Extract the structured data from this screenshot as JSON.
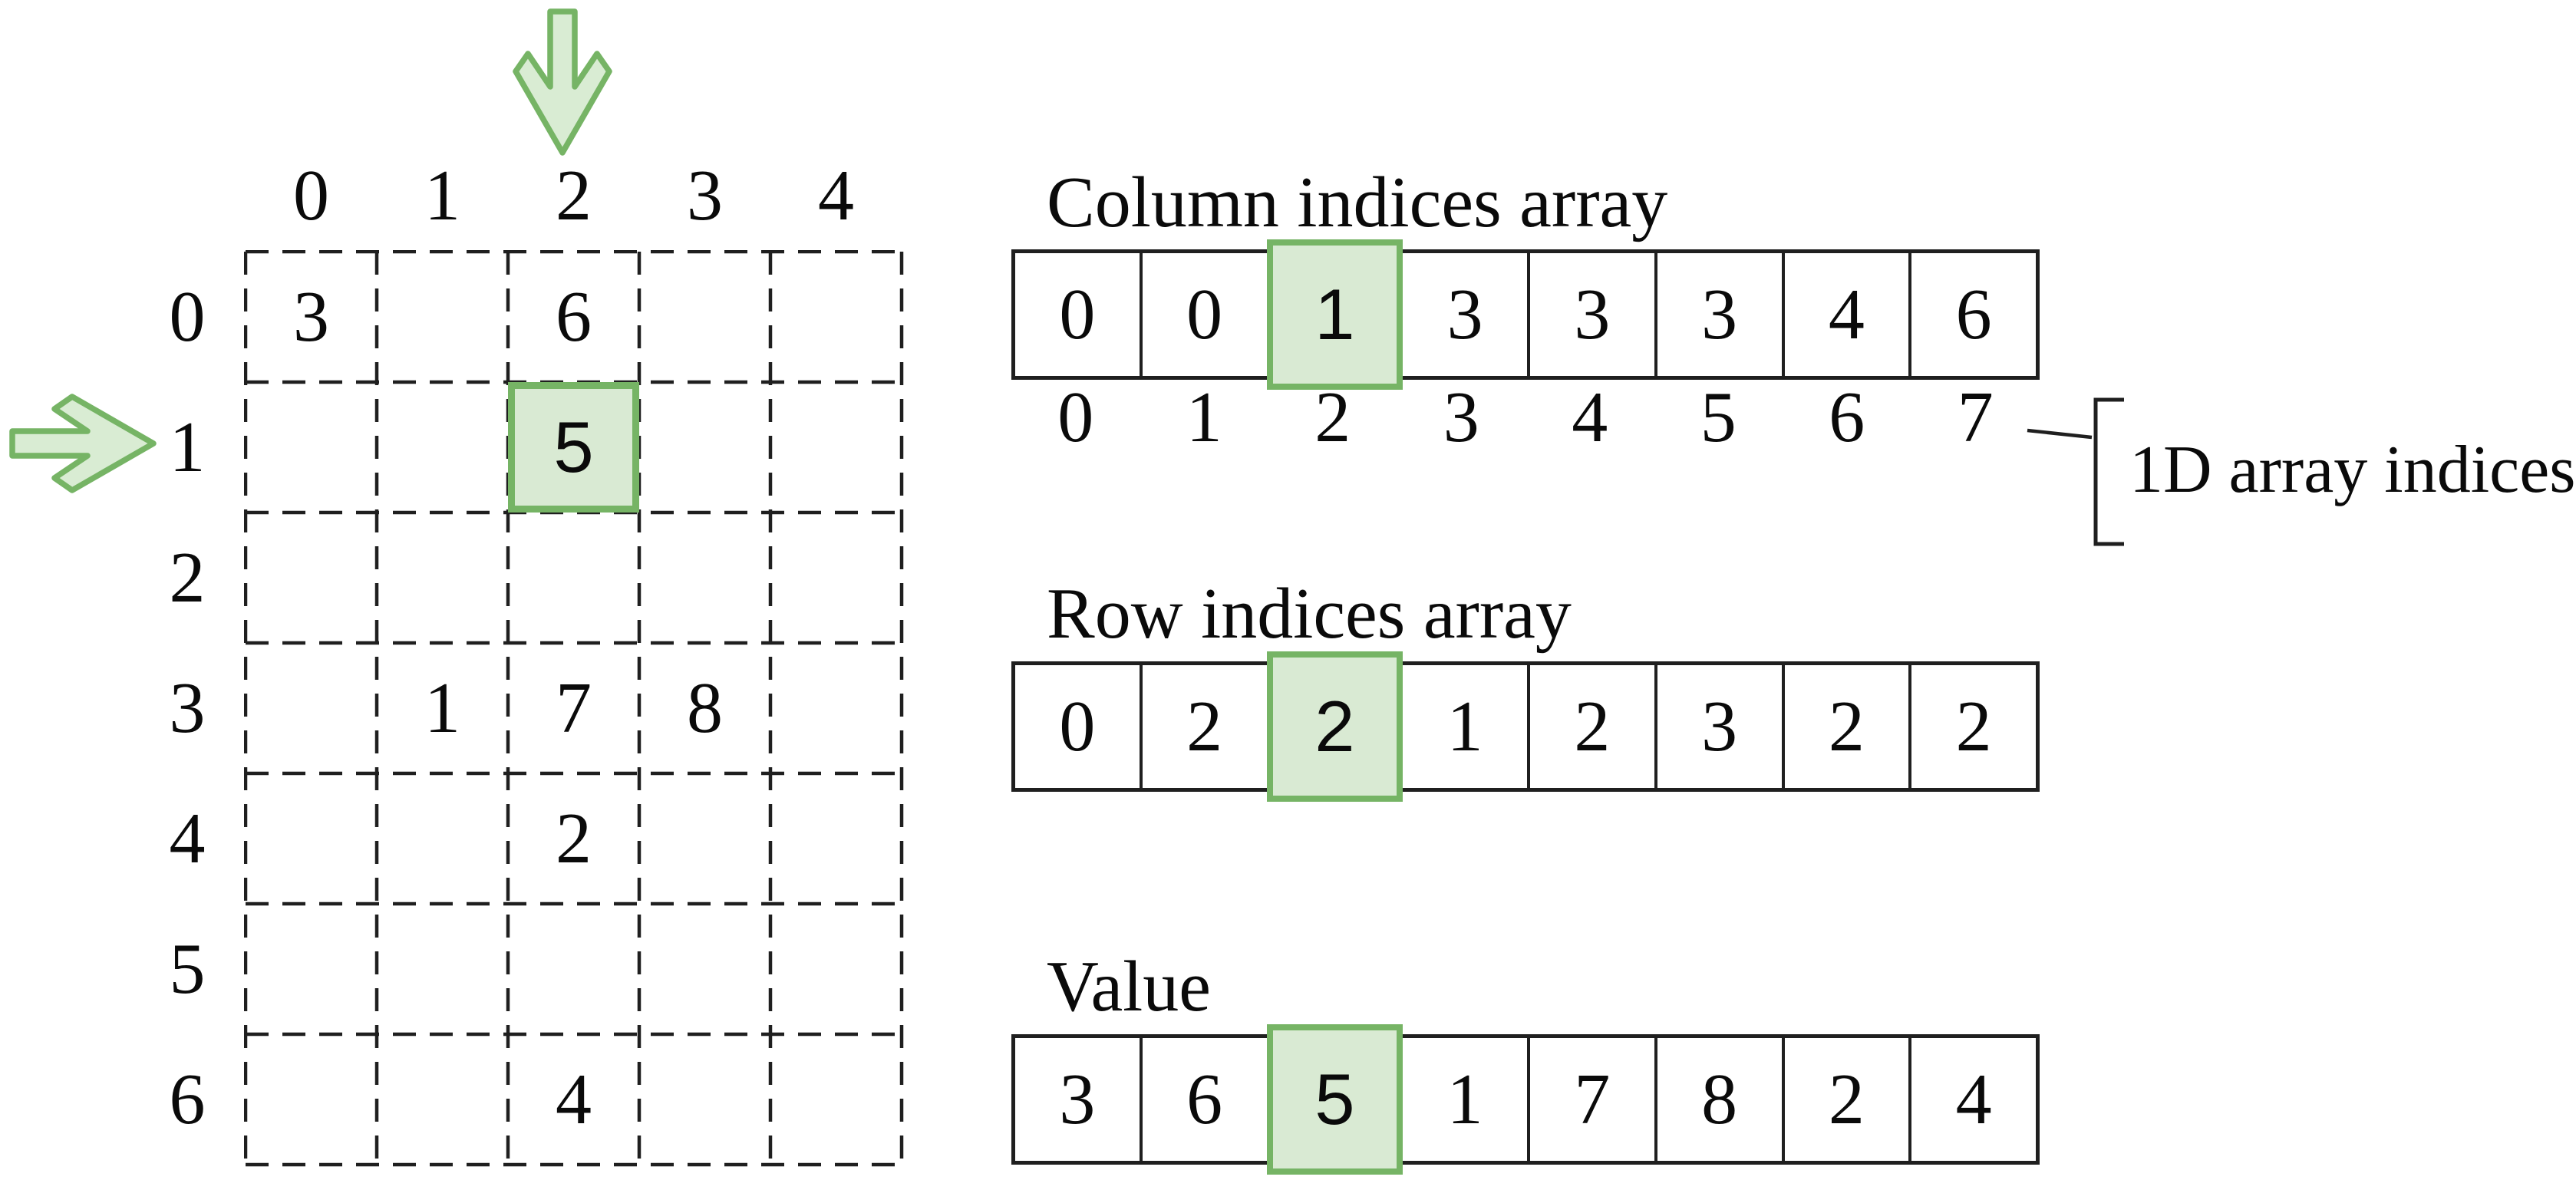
{
  "matrix": {
    "col_headers": [
      "0",
      "1",
      "2",
      "3",
      "4"
    ],
    "row_headers": [
      "0",
      "1",
      "2",
      "3",
      "4",
      "5",
      "6"
    ],
    "entries": [
      {
        "row": "0",
        "col": "0",
        "value": "3",
        "highlighted": false
      },
      {
        "row": "0",
        "col": "2",
        "value": "6",
        "highlighted": false
      },
      {
        "row": "1",
        "col": "2",
        "value": "5",
        "highlighted": true
      },
      {
        "row": "3",
        "col": "1",
        "value": "1",
        "highlighted": false
      },
      {
        "row": "3",
        "col": "2",
        "value": "7",
        "highlighted": false
      },
      {
        "row": "3",
        "col": "3",
        "value": "8",
        "highlighted": false
      },
      {
        "row": "4",
        "col": "2",
        "value": "2",
        "highlighted": false
      },
      {
        "row": "6",
        "col": "2",
        "value": "4",
        "highlighted": false
      }
    ]
  },
  "arrays": {
    "column_indices": {
      "title": "Column indices array",
      "values": [
        "0",
        "0",
        "1",
        "3",
        "3",
        "3",
        "4",
        "6"
      ],
      "highlight_index": 2
    },
    "row_indices": {
      "title": "Row indices array",
      "values": [
        "0",
        "2",
        "2",
        "1",
        "2",
        "3",
        "2",
        "2"
      ],
      "highlight_index": 2
    },
    "value": {
      "title": "Value",
      "values": [
        "3",
        "6",
        "5",
        "1",
        "7",
        "8",
        "2",
        "4"
      ],
      "highlight_index": 2
    }
  },
  "index_row": {
    "values": [
      "0",
      "1",
      "2",
      "3",
      "4",
      "5",
      "6",
      "7"
    ],
    "annotation": "1D array indices"
  },
  "icons": {
    "column_pointer": "down-arrow-icon",
    "row_pointer": "right-arrow-icon"
  },
  "colors": {
    "highlight_fill": "#d9ead3",
    "highlight_border": "#76b465",
    "arrow_fill": "#d9ecd3",
    "arrow_border": "#76b465",
    "line": "#1f1f1f"
  }
}
